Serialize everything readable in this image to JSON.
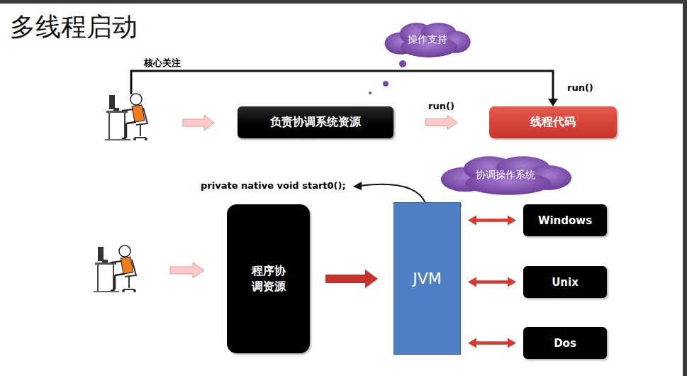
{
  "diagram": {
    "title": "多线程启动",
    "nodes": [
      {
        "text": [
          "操作支持"
        ]
      },
      {
        "text": [
          "负责协调系统资源"
        ]
      },
      {
        "text": [
          "线程代码"
        ]
      },
      {
        "text": [
          "协调操作系统"
        ]
      },
      {
        "text": [
          "程序协调资源"
        ]
      },
      {
        "text": [
          "JVM"
        ]
      },
      {
        "text": [
          "Windows"
        ]
      },
      {
        "text": [
          "Unix"
        ]
      },
      {
        "text": [
          "Dos"
        ]
      }
    ],
    "edges": [
      {
        "from": 1,
        "to": 2,
        "label": "run()",
        "arrow": "to"
      },
      {
        "from": 4,
        "to": 5,
        "arrow": "to"
      },
      {
        "from": 5,
        "to": 6,
        "arrow": "both"
      },
      {
        "from": 5,
        "to": 7,
        "arrow": "both"
      },
      {
        "from": 5,
        "to": 8,
        "arrow": "both"
      }
    ],
    "labels": [
      "核心关注",
      "run()",
      "private native void start0();"
    ]
  }
}
